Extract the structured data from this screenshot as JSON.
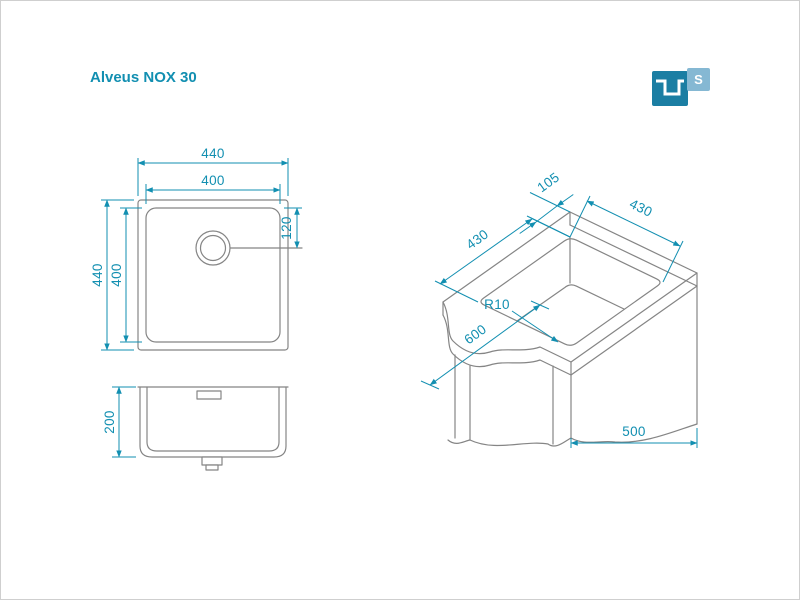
{
  "title": "Alveus NOX 30",
  "icon": {
    "letter": "S"
  },
  "colors": {
    "accent": "#128fb1",
    "drawing_line": "#858585",
    "icon_dark": "#1b7ea3",
    "icon_light": "#85b8d3"
  },
  "top_view": {
    "outer_width": "440",
    "inner_width": "400",
    "outer_height": "440",
    "inner_height": "400",
    "drain_offset": "120"
  },
  "front_view": {
    "depth": "200"
  },
  "iso_view": {
    "rear_gap": "105",
    "cutout_width": "430",
    "cutout_depth": "430",
    "corner_radius": "R10",
    "worktop_depth": "600",
    "cabinet_width": "500"
  }
}
